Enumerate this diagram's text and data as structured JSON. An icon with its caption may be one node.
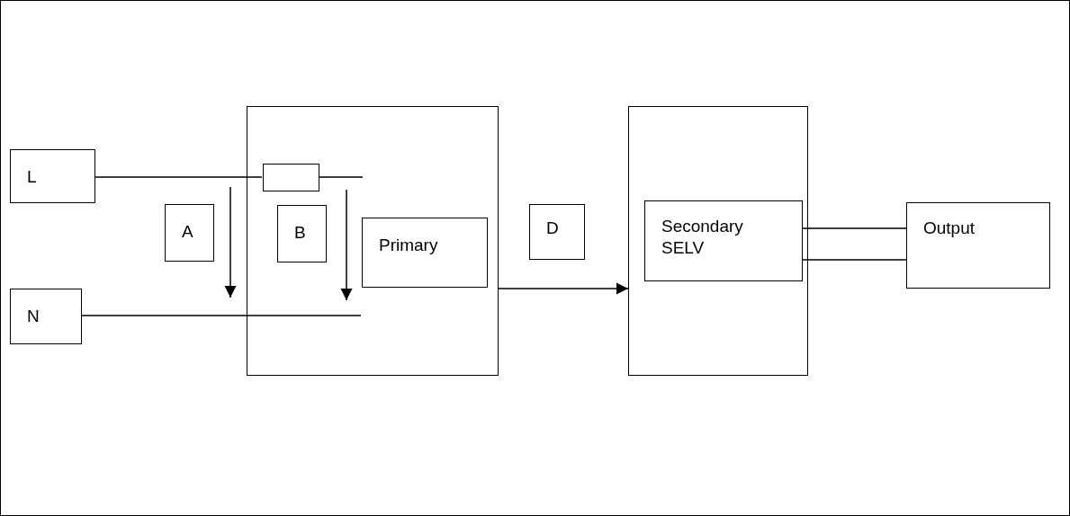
{
  "diagram": {
    "nodes": [
      {
        "text": [
          "L"
        ]
      },
      {
        "text": [
          "N"
        ]
      },
      {
        "text": [],
        "shape": "box"
      },
      {
        "text": [],
        "shape": "box",
        "in": 2
      },
      {
        "text": [
          "B"
        ],
        "in": 2
      },
      {
        "text": [
          "Primary"
        ],
        "in": 2
      },
      {
        "text": [
          "A"
        ]
      },
      {
        "text": [
          "D"
        ]
      },
      {
        "text": [],
        "shape": "box"
      },
      {
        "text": [
          "Secondary SELV"
        ],
        "in": 8
      },
      {
        "text": [
          "Output"
        ]
      }
    ],
    "edges": [
      {
        "from": 0,
        "to": 3,
        "arrow": "none"
      },
      {
        "from": 3,
        "to": null,
        "arrow": "none"
      },
      {
        "from": 1,
        "to": null,
        "arrow": "none"
      },
      {
        "from": 2,
        "to": 8,
        "arrow": "to"
      },
      {
        "from": 9,
        "to": 10,
        "arrow": "none"
      },
      {
        "from": 9,
        "to": 10,
        "arrow": "none"
      }
    ]
  }
}
